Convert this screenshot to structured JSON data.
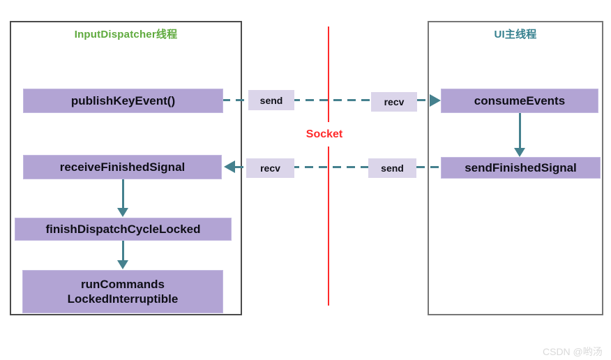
{
  "panels": {
    "left": {
      "title": "InputDispatcher线程"
    },
    "right": {
      "title": "UI主线程"
    }
  },
  "nodes": {
    "publish": "publishKeyEvent()",
    "receive": "receiveFinishedSignal",
    "finish": "finishDispatchCycleLocked",
    "run_line1": "runCommands",
    "run_line2": "LockedInterruptible",
    "consume": "consumeEvents",
    "sendsig": "sendFinishedSignal"
  },
  "channel": {
    "socket": "Socket",
    "row1": {
      "left_chip": "send",
      "right_chip": "recv"
    },
    "row2": {
      "left_chip": "recv",
      "right_chip": "send"
    }
  },
  "colors": {
    "node_fill": "#b2a4d4",
    "chip_fill": "#dbd5ea",
    "arrow": "#45818e",
    "socket_line": "#ff2a2a",
    "left_title": "#5faa3e",
    "right_title": "#35808e"
  },
  "watermark": "CSDN @哟汤"
}
